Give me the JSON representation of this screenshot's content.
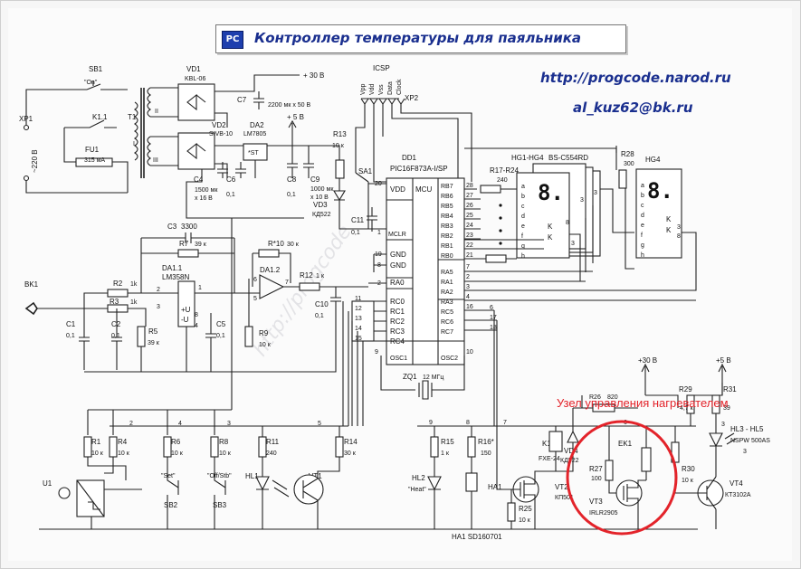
{
  "title": {
    "logo": "PC",
    "text": "Контроллер температуры для паяльника"
  },
  "url": "http://progcode.narod.ru",
  "email": "al_kuz62@bk.ru",
  "watermark": "http://progcode",
  "annotation": {
    "text": "Узел управления нагревателем",
    "color": "#e3232a"
  },
  "labels": {
    "xp1": "XP1",
    "mains": "~220 В",
    "sb1": "SB1",
    "on": "\"On\"",
    "k11": "K1.1",
    "fu1": "FU1",
    "fu1_val": "315 мА",
    "t1": "T1",
    "wind_i": "I",
    "wind_ii": "II",
    "wind_iii": "III",
    "vd1": "VD1",
    "vd1_type": "KBL-06",
    "v30": "+ 30 В",
    "c7": "C7",
    "c7_val": "2200 мк x 50 В",
    "vd2": "VD2",
    "vd2_type": "SIVB-10",
    "da2": "DA2",
    "da2_type": "LM7805",
    "st": "*ST",
    "c4": "C4",
    "c4_val1": "1500 мк",
    "c4_val2": "x 16 В",
    "c6": "C6",
    "c6_val": "0,1",
    "p5v": "+ 5 В",
    "c8": "C8",
    "c8_val": "0,1",
    "c9": "C9",
    "c9_val1": "1000 мк",
    "c9_val2": "x 10 В",
    "r13": "R13",
    "r13_val": "10 к",
    "vd3": "VD3",
    "vd3_type": "КД522",
    "icsp": "ICSP",
    "xp2": "XP2",
    "vpp": "Vpp",
    "vdd": "Vdd",
    "vss": "Vss",
    "data": "Data",
    "clock": "Clock",
    "sa1": "SA1",
    "c11": "C11",
    "c11_val": "0,1",
    "dd1": "DD1",
    "dd1_type": "PIC16F873A-I/SP",
    "pin_vdd": "VDD",
    "pin_mcu": "MCU",
    "pin_mclr": "MCLR",
    "pin_gnd": "GND",
    "pin_ra0": "RA0",
    "pin_rc0": "RC0",
    "pin_rc1": "RC1",
    "pin_rc2": "RC2",
    "pin_rc3": "RC3",
    "pin_rc4": "RC4",
    "pin_osc1": "OSC1",
    "pin_osc2": "OSC2",
    "pin_rb7": "RB7",
    "pin_rb6": "RB6",
    "pin_rb5": "RB5",
    "pin_rb4": "RB4",
    "pin_rb3": "RB3",
    "pin_rb2": "RB2",
    "pin_rb1": "RB1",
    "pin_rb0": "RB0",
    "pin_ra5": "RA5",
    "pin_ra1": "RA1",
    "pin_ra2": "RA2",
    "pin_ra3": "RA3",
    "pin_rc5": "RC5",
    "pin_rc6": "RC6",
    "pin_rc7": "RC7",
    "zq1": "ZQ1",
    "zq1_val": "12 МГц",
    "r17": "R17-R24",
    "r17_val": "240",
    "hg1": "HG1-HG4",
    "hg1_type": "BS-C554RD",
    "r28": "R28",
    "r28_val": "300",
    "hg4": "HG4",
    "k": "K",
    "c3": "C3",
    "c3_val": "3300",
    "r7": "R7",
    "r7_val": "39 к",
    "r10": "R*10",
    "r10_val": "30 к",
    "da11": "DA1.1",
    "da11_type": "LM358N",
    "da12": "DA1.2",
    "r12": "R12",
    "r12_val": "1 к",
    "c10": "C10",
    "c10_val": "0,1",
    "bk1": "BK1",
    "r2": "R2",
    "r2_val": "1k",
    "r3": "R3",
    "r3_val": "1k",
    "c1": "C1",
    "c1_val": "0,1",
    "c2": "C2",
    "c2_val": "0,1",
    "r5": "R5",
    "r5_val": "39 к",
    "c5": "C5",
    "c5_val": "0,1",
    "r9": "R9",
    "r9_val": "10 к",
    "r1": "R1",
    "r1_val": "10 к",
    "r4": "R4",
    "r4_val": "10 к",
    "r6": "R6",
    "r6_val": "10 к",
    "r8": "R8",
    "r8_val": "10 к",
    "r11": "R11",
    "r11_val": "240",
    "r14": "R14",
    "r14_val": "30 к",
    "u1": "U1",
    "sb2": "SB2",
    "sb2_label": "\"Set\"",
    "sb3": "SB3",
    "sb3_label": "\"Off/Stb\"",
    "hl1": "HL1",
    "vt1": "VT1",
    "r15": "R15",
    "r15_val": "1 к",
    "r16": "R16*",
    "r16_val": "150",
    "hl2": "HL2",
    "hl2_label": "\"Heat\"",
    "ha1": "HA1",
    "ha1_full": "HA1 SD160701",
    "k1": "K1",
    "k1_type": "FXE-24",
    "vd4": "VD4",
    "vd4_type": "КД522",
    "ek1": "EK1",
    "r27": "R27",
    "r27_val": "100",
    "vt2": "VT2",
    "vt2_type": "КП501",
    "vt3": "VT3",
    "vt3_type": "IRLR2905",
    "r25": "R25",
    "r25_val": "10 к",
    "r26": "R26",
    "r26_val": "820",
    "r29": "R29",
    "r29_val": "4,7 к",
    "r31": "R31",
    "r31_val": "39",
    "r30": "R30",
    "r30_val": "10 к",
    "hl3": "HL3 - HL5",
    "hl3_type": "NSPW 500AS",
    "vt4": "VT4",
    "vt4_type": "КТ3102А",
    "p30b": "+30 В",
    "p5b": "+5 В"
  },
  "segments": [
    "a",
    "b",
    "c",
    "d",
    "e",
    "f",
    "g",
    "h"
  ],
  "rb_pins": [
    "28",
    "27",
    "26",
    "25",
    "24",
    "23",
    "22",
    "21"
  ],
  "ra_pins": [
    "7",
    "2",
    "3",
    "4"
  ],
  "rc_left_pins": [
    "11",
    "12",
    "13",
    "14",
    "15"
  ],
  "rc_right_pins": [
    "16",
    "17",
    "18"
  ]
}
